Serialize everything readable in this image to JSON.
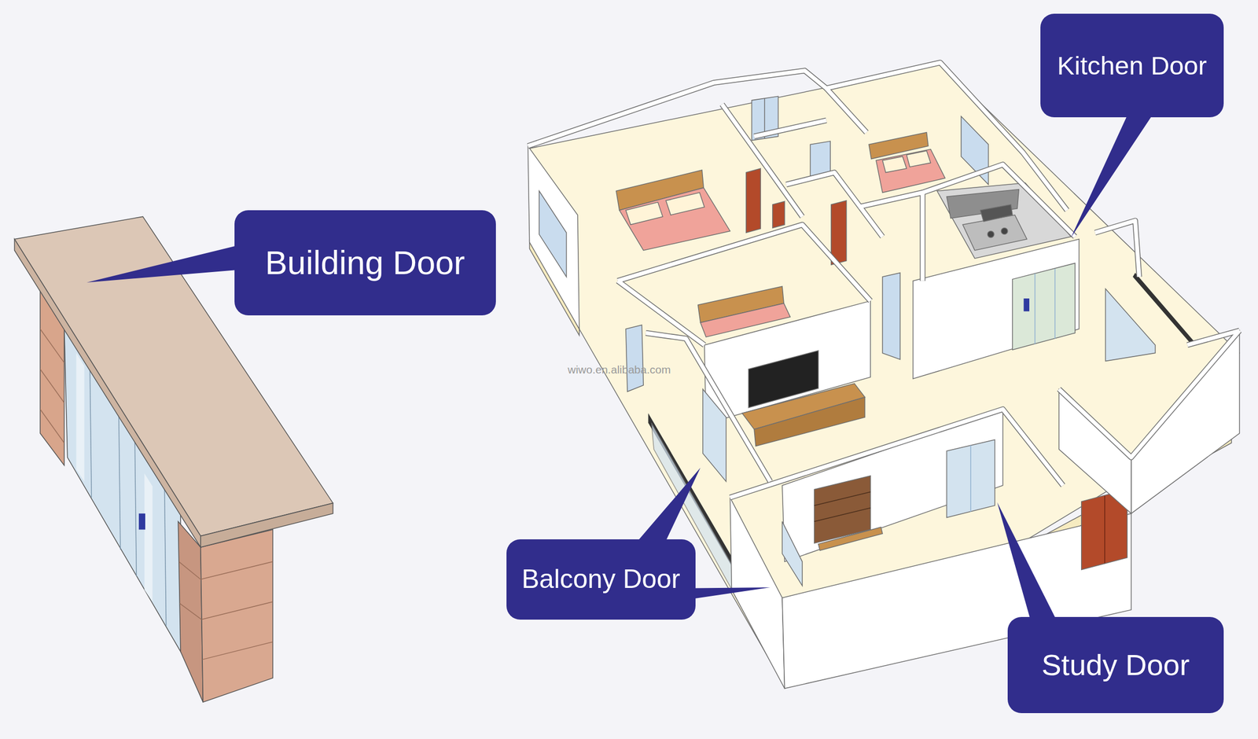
{
  "diagram": {
    "nodes": [
      {
        "text": [
          "Kitchen Door"
        ]
      },
      {
        "text": [
          "Building Door"
        ]
      },
      {
        "text": [
          "Balcony Door"
        ]
      },
      {
        "text": [
          "Study Door"
        ]
      }
    ],
    "labels": [
      "wiwo.en.alibaba.com"
    ]
  }
}
